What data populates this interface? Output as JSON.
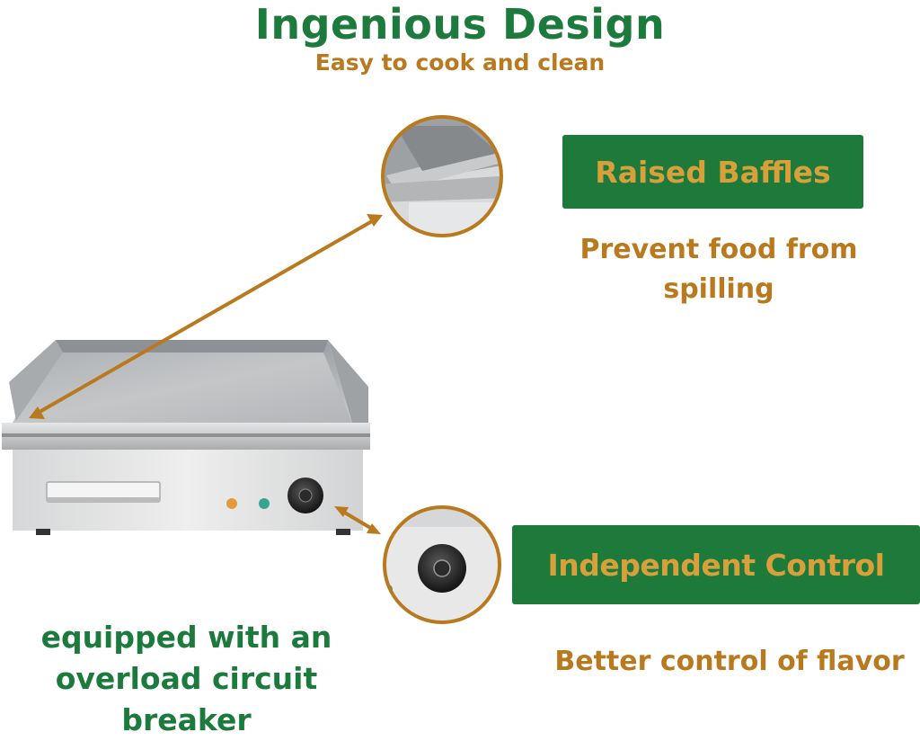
{
  "colors": {
    "green": "#1b7a3c",
    "gold": "#b9791e",
    "banner_bg": "#1d7a3b",
    "banner_text": "#d8a03a"
  },
  "header": {
    "title": "Ingenious Design",
    "subtitle": "Easy to cook and clean"
  },
  "features": {
    "raised_baffles": {
      "label": "Raised Baffles",
      "description": "Prevent food from spilling"
    },
    "independent_control": {
      "label": "Independent Control",
      "description": "Better control of flavor"
    }
  },
  "breaker_note": "equipped with an overload circuit breaker"
}
